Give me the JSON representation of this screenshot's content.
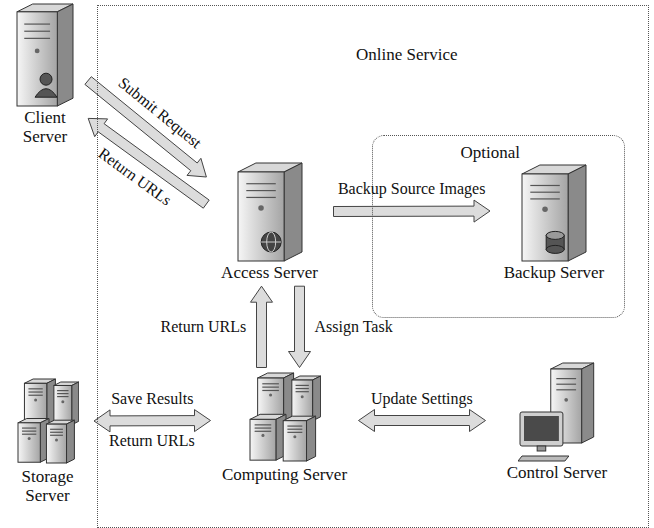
{
  "diagram": {
    "nodes": [
      {
        "text": [
          "Client Server"
        ]
      },
      {
        "text": [
          "Online Service"
        ]
      },
      {
        "text": [
          "Access Server"
        ],
        "in": 1
      },
      {
        "text": [
          "Optional"
        ],
        "in": 1
      },
      {
        "text": [
          "Backup Server"
        ],
        "in": 3
      },
      {
        "text": [
          "Storage Server"
        ]
      },
      {
        "text": [
          "Computing Server"
        ],
        "in": 1
      },
      {
        "text": [
          "Control Server"
        ],
        "in": 1
      }
    ],
    "edges": [
      {
        "from": 0,
        "to": 2,
        "label": "Submit Request",
        "arrow": "to"
      },
      {
        "from": 2,
        "to": 0,
        "label": "Return URLs",
        "arrow": "to"
      },
      {
        "from": 2,
        "to": 4,
        "label": "Backup Source Images",
        "arrow": "to"
      },
      {
        "from": 2,
        "to": 6,
        "label": "Assign Task",
        "arrow": "to"
      },
      {
        "from": 6,
        "to": 2,
        "label": "Return URLs",
        "arrow": "to"
      },
      {
        "from": 6,
        "to": 5,
        "label": "Save Results",
        "arrow": "both"
      },
      {
        "from": 6,
        "to": 7,
        "label": "Update Settings",
        "arrow": "both"
      }
    ],
    "labels": [
      "Return URLs"
    ]
  }
}
